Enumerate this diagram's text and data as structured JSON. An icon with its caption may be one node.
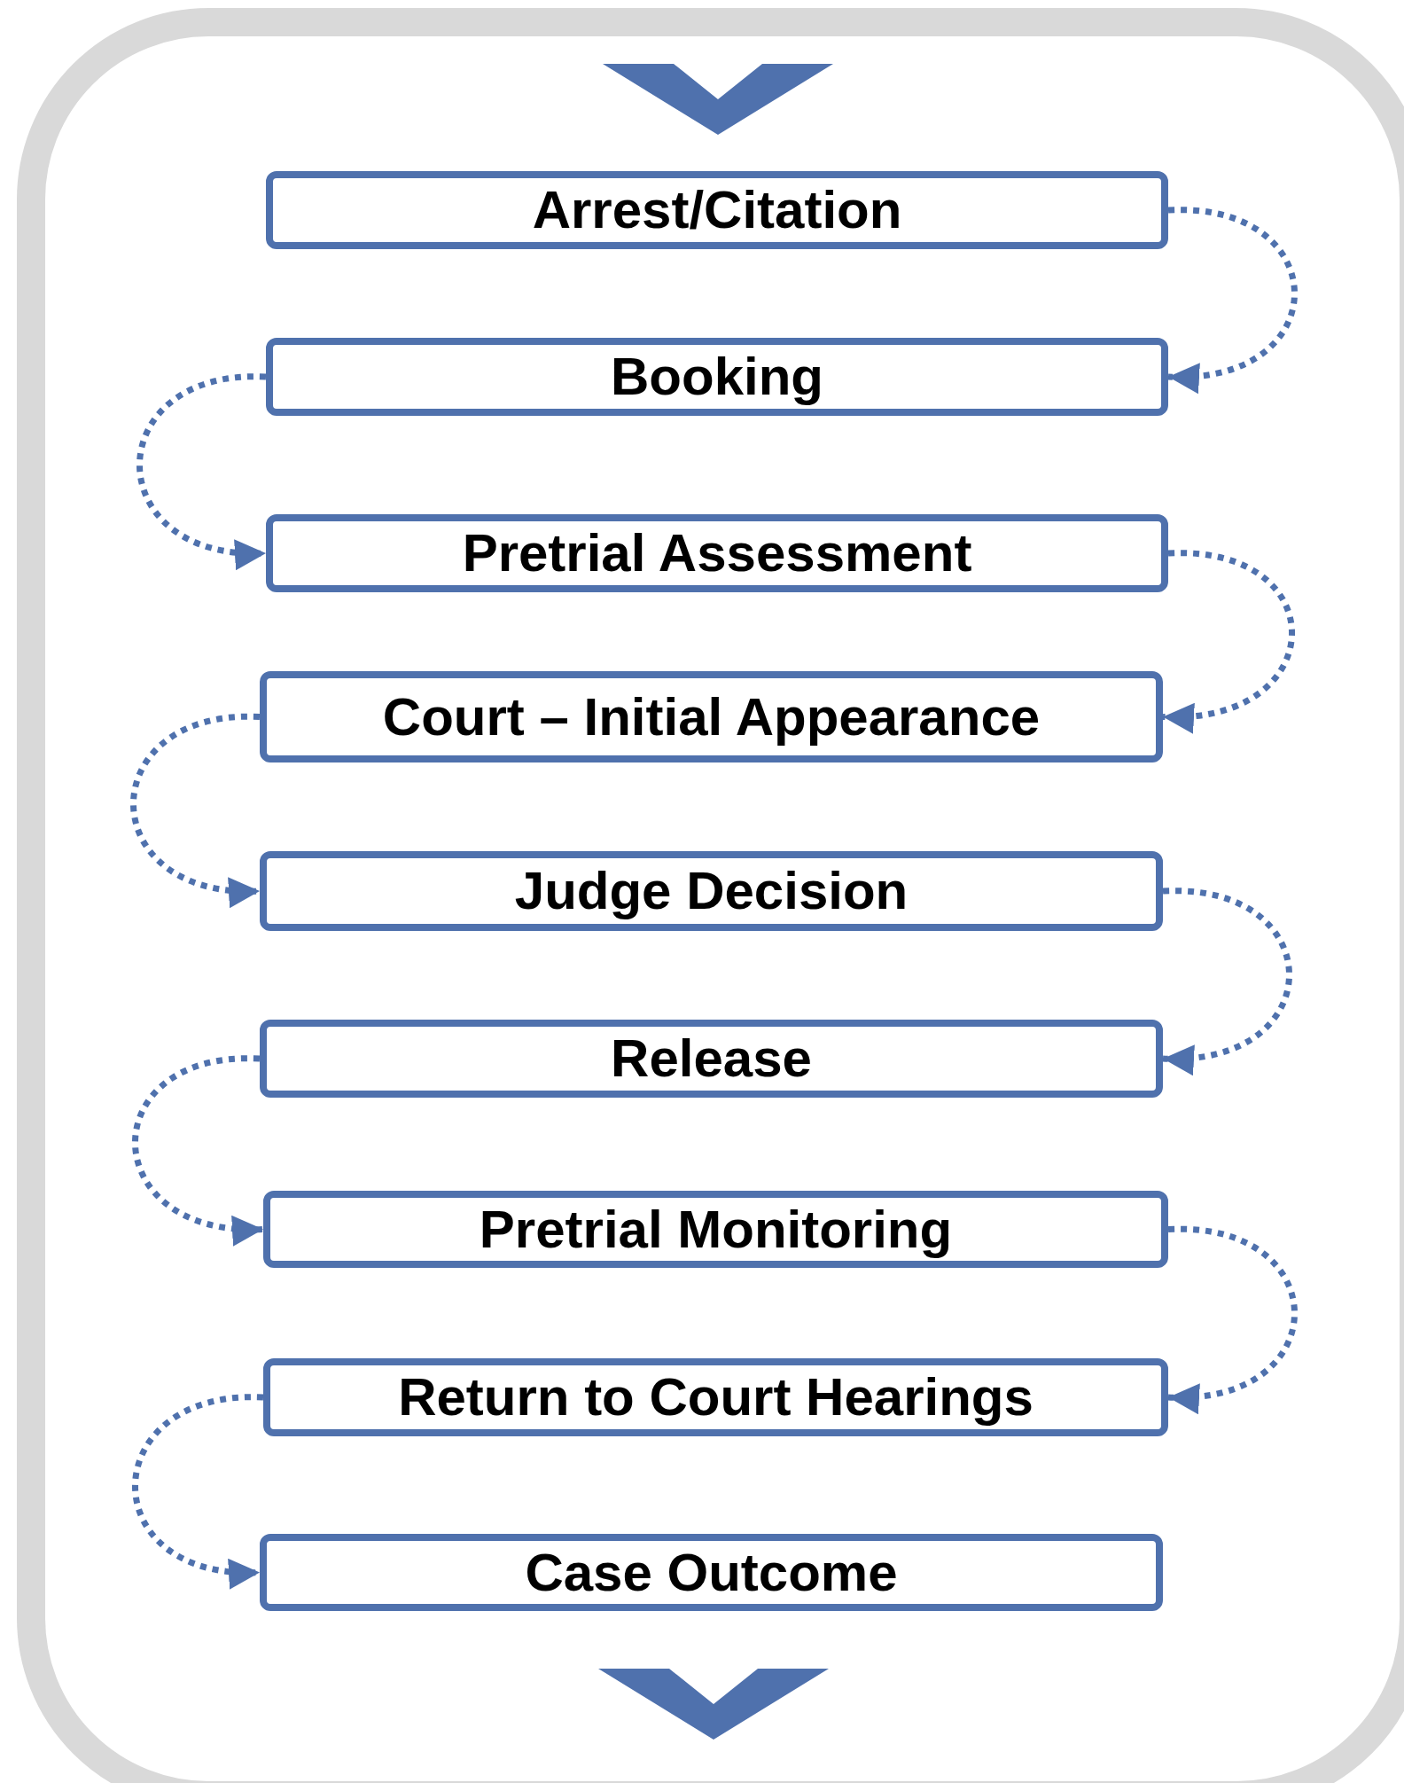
{
  "diagram": {
    "nodes": [
      {
        "text": [
          "Arrest/Citation"
        ]
      },
      {
        "text": [
          "Booking"
        ]
      },
      {
        "text": [
          "Pretrial Assessment"
        ]
      },
      {
        "text": [
          "Court – Initial Appearance"
        ]
      },
      {
        "text": [
          "Judge Decision"
        ]
      },
      {
        "text": [
          "Release"
        ]
      },
      {
        "text": [
          "Pretrial Monitoring"
        ]
      },
      {
        "text": [
          "Return to Court Hearings"
        ]
      },
      {
        "text": [
          "Case Outcome"
        ]
      }
    ],
    "edges": [
      {
        "from": 0,
        "to": 1,
        "arrow": "to",
        "style": "dashed"
      },
      {
        "from": 1,
        "to": 2,
        "arrow": "to",
        "style": "dashed"
      },
      {
        "from": 2,
        "to": 3,
        "arrow": "to",
        "style": "dashed"
      },
      {
        "from": 3,
        "to": 4,
        "arrow": "to",
        "style": "dashed"
      },
      {
        "from": 4,
        "to": 5,
        "arrow": "to",
        "style": "dashed"
      },
      {
        "from": 5,
        "to": 6,
        "arrow": "to",
        "style": "dashed"
      },
      {
        "from": 6,
        "to": 7,
        "arrow": "to",
        "style": "dashed"
      },
      {
        "from": 7,
        "to": 8,
        "arrow": "to",
        "style": "dashed"
      }
    ]
  }
}
